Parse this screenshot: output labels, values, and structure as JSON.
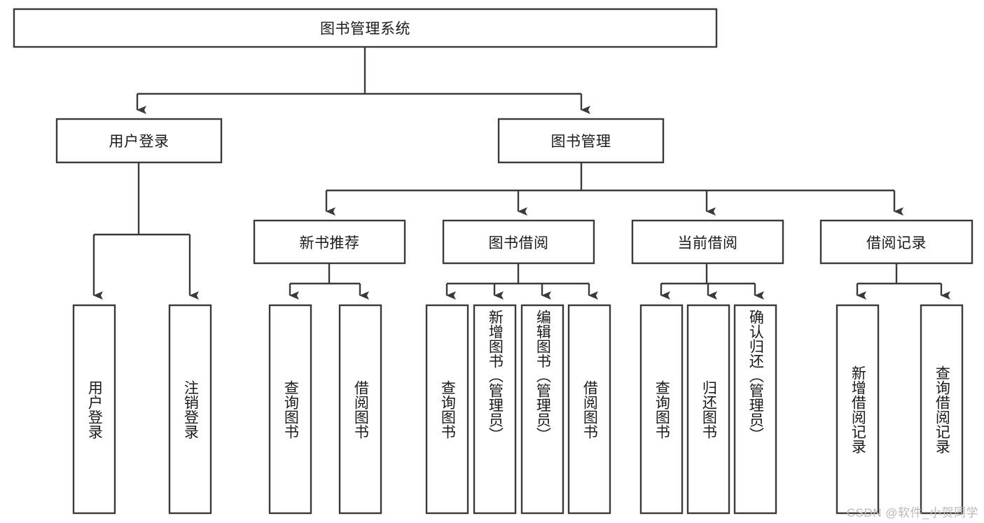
{
  "diagram": {
    "title": "图书管理系统",
    "type": "hierarchy-tree",
    "colors": {
      "stroke": "#3a3a3a",
      "fill": "#ffffff",
      "text": "#1a1a1a",
      "watermark": "#b9b9b9"
    },
    "root": {
      "label": "图书管理系统"
    },
    "level1": [
      {
        "label": "用户登录"
      },
      {
        "label": "图书管理"
      }
    ],
    "level2": [
      {
        "label": "新书推荐"
      },
      {
        "label": "图书借阅"
      },
      {
        "label": "当前借阅"
      },
      {
        "label": "借阅记录"
      }
    ],
    "leaves": {
      "user_login": [
        {
          "label": "用户登录"
        },
        {
          "label": "注销登录"
        }
      ],
      "new_book_recommend": [
        {
          "label": "查询图书"
        },
        {
          "label": "借阅图书"
        }
      ],
      "book_borrow": [
        {
          "label": "查询图书"
        },
        {
          "label": "新增图书（管理员）"
        },
        {
          "label": "编辑图书（管理员）"
        },
        {
          "label": "借阅图书"
        }
      ],
      "current_borrow": [
        {
          "label": "查询图书"
        },
        {
          "label": "归还图书"
        },
        {
          "label": "确认归还（管理员）"
        }
      ],
      "borrow_record": [
        {
          "label": "新增借阅记录"
        },
        {
          "label": "查询借阅记录"
        }
      ]
    }
  },
  "watermark": {
    "text": "CSDN @软件_小贺同学"
  }
}
